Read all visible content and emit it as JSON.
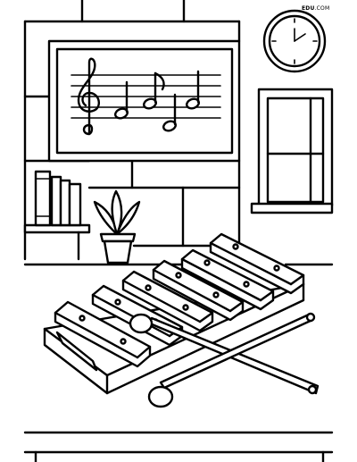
{
  "watermark": {
    "brand": "EDU",
    "suffix": ".COM"
  },
  "scene": {
    "clock_icon": "wall-clock",
    "board_icon": "music-staff-board",
    "window_icon": "window",
    "books_icon": "books",
    "plant_icon": "potted-plant",
    "instrument_icon": "xylophone",
    "mallet_icon": "mallet"
  },
  "colors": {
    "line": "#000000",
    "background": "#ffffff"
  }
}
